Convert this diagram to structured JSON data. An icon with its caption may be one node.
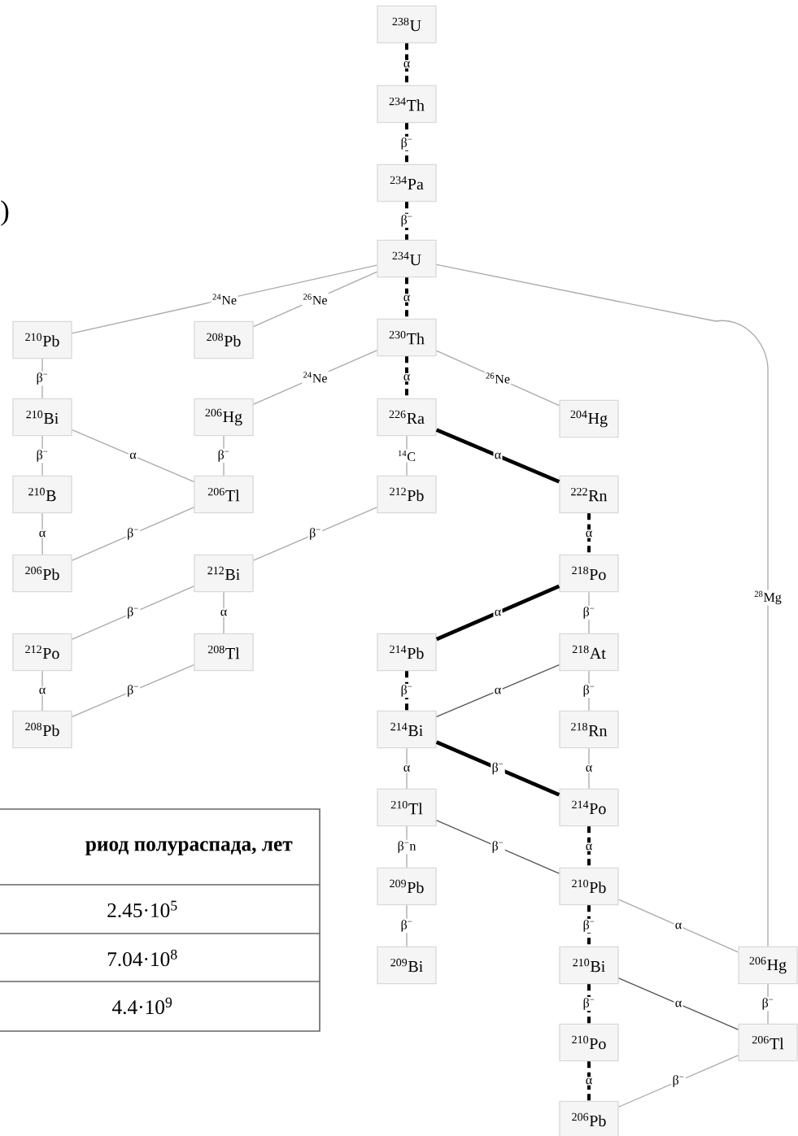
{
  "diagram": {
    "nodes": [
      {
        "text": [
          "$^{238}$U"
        ]
      },
      {
        "text": [
          "$^{234}$Th"
        ]
      },
      {
        "text": [
          "$^{234}$Pa"
        ]
      },
      {
        "text": [
          "$^{234}$U"
        ]
      },
      {
        "text": [
          "$^{210}$Pb"
        ]
      },
      {
        "text": [
          "$^{208}$Pb"
        ]
      },
      {
        "text": [
          "$^{230}$Th"
        ]
      },
      {
        "text": [
          "$^{210}$Bi"
        ]
      },
      {
        "text": [
          "$^{206}$Hg"
        ]
      },
      {
        "text": [
          "$^{226}$Ra"
        ]
      },
      {
        "text": [
          "$^{204}$Hg"
        ]
      },
      {
        "text": [
          "$^{210}$B"
        ]
      },
      {
        "text": [
          "$^{206}$Tl"
        ]
      },
      {
        "text": [
          "$^{212}$Pb"
        ]
      },
      {
        "text": [
          "$^{222}$Rn"
        ]
      },
      {
        "text": [
          "$^{206}$Pb"
        ]
      },
      {
        "text": [
          "$^{212}$Bi"
        ]
      },
      {
        "text": [
          "$^{218}$Po"
        ]
      },
      {
        "text": [
          "$^{212}$Po"
        ]
      },
      {
        "text": [
          "$^{208}$Tl"
        ]
      },
      {
        "text": [
          "$^{214}$Pb"
        ]
      },
      {
        "text": [
          "$^{218}$At"
        ]
      },
      {
        "text": [
          "$^{208}$Pb"
        ]
      },
      {
        "text": [
          "$^{214}$Bi"
        ]
      },
      {
        "text": [
          "$^{218}$Rn"
        ]
      },
      {
        "text": [
          "$^{210}$Tl"
        ]
      },
      {
        "text": [
          "$^{214}$Po"
        ]
      },
      {
        "text": [
          "$^{209}$Pb"
        ]
      },
      {
        "text": [
          "$^{210}$Pb"
        ]
      },
      {
        "text": [
          "$^{209}$Bi"
        ]
      },
      {
        "text": [
          "$^{210}$Bi"
        ]
      },
      {
        "text": [
          "$^{206}$Hg"
        ]
      },
      {
        "text": [
          "$^{210}$Po"
        ]
      },
      {
        "text": [
          "$^{206}$Tl"
        ]
      },
      {
        "text": [
          "$^{206}$Pb"
        ]
      }
    ],
    "edges": [
      {
        "from": 0,
        "to": 1,
        "arrow": "none",
        "label": "α",
        "style": "dashed",
        "color": "#000000"
      },
      {
        "from": 1,
        "to": 2,
        "arrow": "none",
        "label": "β$^{−}$",
        "style": "dashed",
        "color": "#000000"
      },
      {
        "from": 2,
        "to": 3,
        "arrow": "none",
        "label": "β$^{−}$",
        "style": "dashed",
        "color": "#000000"
      },
      {
        "from": 3,
        "to": 4,
        "arrow": "none",
        "label": "$^{24}$Ne"
      },
      {
        "from": 3,
        "to": 5,
        "arrow": "none",
        "label": "$^{26}$Ne"
      },
      {
        "from": 3,
        "to": 6,
        "arrow": "none",
        "label": "α",
        "style": "dashed",
        "color": "#000000"
      },
      {
        "from": 3,
        "to": 31,
        "arrow": "none",
        "label": "$^{28}$Mg"
      },
      {
        "from": 4,
        "to": 7,
        "arrow": "none",
        "label": "β$^{−}$"
      },
      {
        "from": 6,
        "to": 8,
        "arrow": "none",
        "label": "$^{24}$Ne"
      },
      {
        "from": 6,
        "to": 9,
        "arrow": "none",
        "label": "α",
        "style": "dashed",
        "color": "#000000"
      },
      {
        "from": 6,
        "to": 10,
        "arrow": "none",
        "label": "$^{26}$Ne"
      },
      {
        "from": 7,
        "to": 11,
        "arrow": "none",
        "label": "β$^{−}$"
      },
      {
        "from": 7,
        "to": 12,
        "arrow": "none",
        "label": "α"
      },
      {
        "from": 8,
        "to": 12,
        "arrow": "none",
        "label": "β$^{−}$"
      },
      {
        "from": 9,
        "to": 13,
        "arrow": "none",
        "label": "$^{14}$C"
      },
      {
        "from": 9,
        "to": 14,
        "arrow": "none",
        "label": "α",
        "style": "thick",
        "color": "#000000"
      },
      {
        "from": 11,
        "to": 15,
        "arrow": "none",
        "label": "α"
      },
      {
        "from": 12,
        "to": 15,
        "arrow": "none",
        "label": "β$^{−}$"
      },
      {
        "from": 13,
        "to": 16,
        "arrow": "none",
        "label": "β$^{−}$"
      },
      {
        "from": 14,
        "to": 17,
        "arrow": "none",
        "label": "α",
        "style": "dashed",
        "color": "#000000"
      },
      {
        "from": 16,
        "to": 18,
        "arrow": "none",
        "label": "β$^{−}$"
      },
      {
        "from": 16,
        "to": 19,
        "arrow": "none",
        "label": "α"
      },
      {
        "from": 17,
        "to": 20,
        "arrow": "none",
        "label": "α",
        "style": "thick",
        "color": "#000000"
      },
      {
        "from": 17,
        "to": 21,
        "arrow": "none",
        "label": "β$^{−}$"
      },
      {
        "from": 18,
        "to": 22,
        "arrow": "none",
        "label": "α"
      },
      {
        "from": 19,
        "to": 22,
        "arrow": "none",
        "label": "β$^{−}$"
      },
      {
        "from": 20,
        "to": 23,
        "arrow": "none",
        "label": "β$^{−}$",
        "style": "dashed",
        "color": "#000000"
      },
      {
        "from": 21,
        "to": 23,
        "arrow": "none",
        "label": "α",
        "color": "#555555"
      },
      {
        "from": 21,
        "to": 24,
        "arrow": "none",
        "label": "β$^{−}$"
      },
      {
        "from": 23,
        "to": 25,
        "arrow": "none",
        "label": "α"
      },
      {
        "from": 23,
        "to": 26,
        "arrow": "none",
        "label": "β$^{−}$",
        "style": "thick",
        "color": "#000000"
      },
      {
        "from": 24,
        "to": 26,
        "arrow": "none",
        "label": "α"
      },
      {
        "from": 25,
        "to": 27,
        "arrow": "none",
        "label": "β$^{−}$n"
      },
      {
        "from": 25,
        "to": 28,
        "arrow": "none",
        "label": "β$^{−}$",
        "color": "#555555"
      },
      {
        "from": 26,
        "to": 28,
        "arrow": "none",
        "label": "α",
        "style": "dashed",
        "color": "#000000"
      },
      {
        "from": 27,
        "to": 29,
        "arrow": "none",
        "label": "β$^{−}$"
      },
      {
        "from": 28,
        "to": 30,
        "arrow": "none",
        "label": "β$^{−}$",
        "style": "dashed",
        "color": "#000000"
      },
      {
        "from": 28,
        "to": 31,
        "arrow": "none",
        "label": "α"
      },
      {
        "from": 30,
        "to": 32,
        "arrow": "none",
        "label": "β$^{−}$",
        "style": "dashed",
        "color": "#000000"
      },
      {
        "from": 30,
        "to": 33,
        "arrow": "none",
        "label": "α",
        "color": "#555555"
      },
      {
        "from": 31,
        "to": 33,
        "arrow": "none",
        "label": "β$^{−}$"
      },
      {
        "from": 32,
        "to": 34,
        "arrow": "none",
        "label": "α",
        "style": "dashed",
        "color": "#000000"
      },
      {
        "from": 33,
        "to": 34,
        "arrow": "none",
        "label": "β$^{−}$"
      }
    ],
    "labels": [
      ")",
      "риод полураспада, лет",
      "2.45·10$^{5}$",
      "7.04·10$^{8}$",
      "4.4·10$^{9}$"
    ]
  }
}
